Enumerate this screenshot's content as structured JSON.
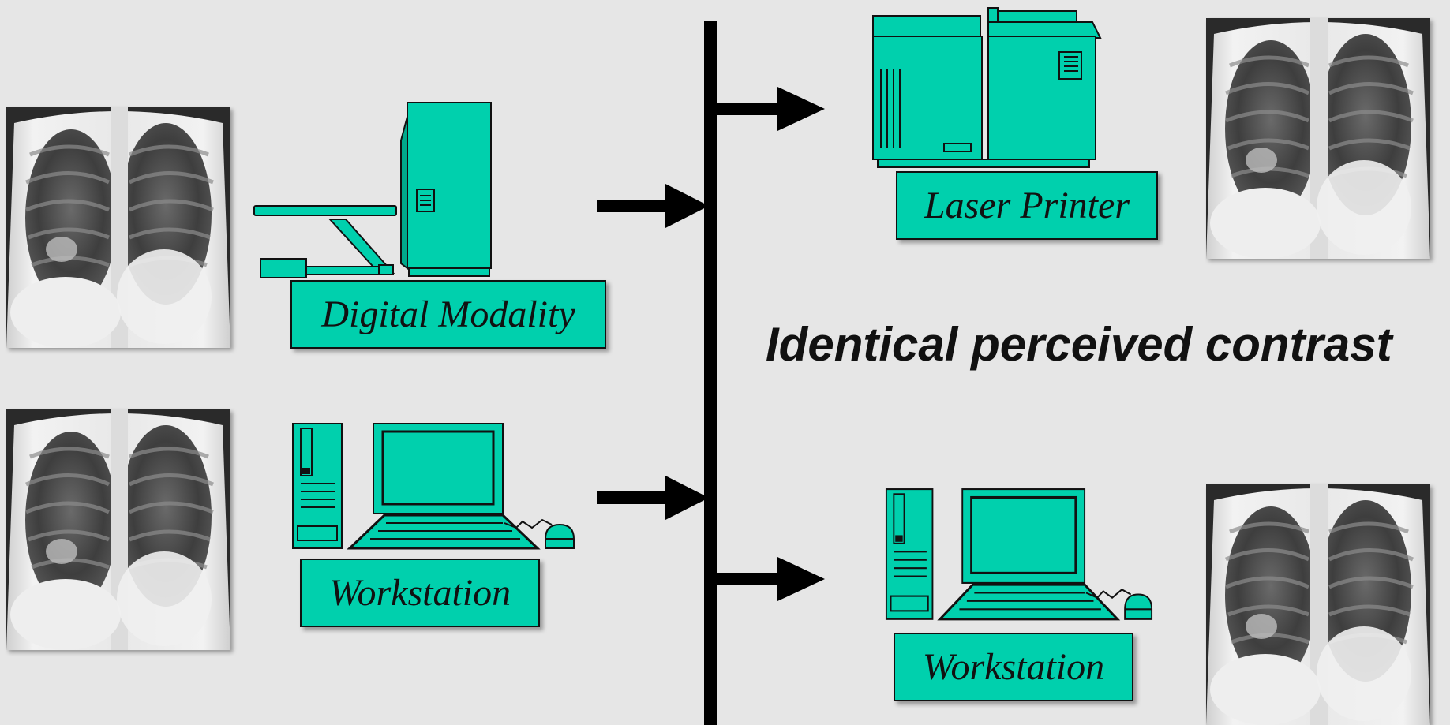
{
  "labels": {
    "digital_modality": "Digital Modality",
    "workstation_left": "Workstation",
    "laser_printer": "Laser Printer",
    "workstation_right": "Workstation"
  },
  "caption": "Identical perceived contrast",
  "colors": {
    "background": "#e6e6e6",
    "device": "#00d0ad",
    "outline": "#111111",
    "network": "#000000"
  },
  "icons": [
    "chest-xray-image",
    "digital-modality-device-icon",
    "desktop-computer-icon",
    "laser-printer-icon",
    "network-bus",
    "arrow-right-icon"
  ]
}
